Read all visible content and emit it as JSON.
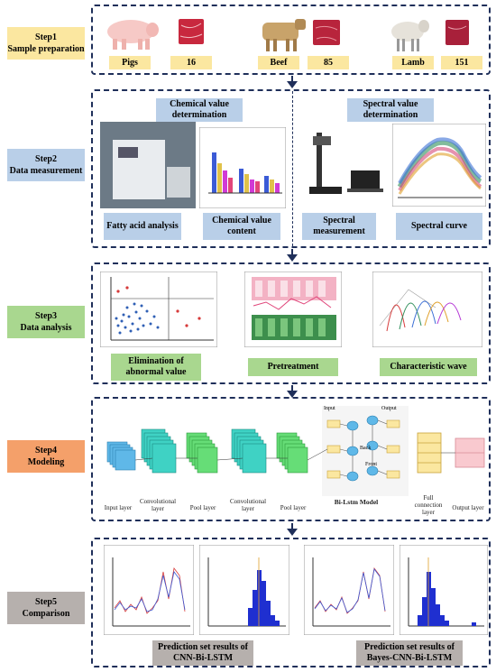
{
  "step1": {
    "title": "Step1",
    "subtitle": "Sample preparation",
    "animals": [
      {
        "name": "Pigs",
        "count": "16"
      },
      {
        "name": "Beef",
        "count": "85"
      },
      {
        "name": "Lamb",
        "count": "151"
      }
    ]
  },
  "step2": {
    "title": "Step2",
    "subtitle": "Data measurement",
    "chem_header": "Chemical value determination",
    "spec_header": "Spectral value determination",
    "labels": [
      "Fatty acid analysis",
      "Chemical value content",
      "Spectral measurement",
      "Spectral curve"
    ]
  },
  "step3": {
    "title": "Step3",
    "subtitle": "Data analysis",
    "labels": [
      "Elimination of abnormal value",
      "Pretreatment",
      "Characteristic wave"
    ]
  },
  "step4": {
    "title": "Step4",
    "subtitle": "Modeling",
    "layers": [
      "Input layer",
      "Convolutional layer",
      "Pool layer",
      "Convolutional layer",
      "Pool layer",
      "Bi-Lstm Model",
      "Full connection layer",
      "Output layer"
    ],
    "bilstm": {
      "input": "Input",
      "output": "Output",
      "back": "Back",
      "front": "Front"
    }
  },
  "step5": {
    "title": "Step5",
    "subtitle": "Comparison",
    "labels": [
      "Prediction set results of CNN-Bi-LSTM",
      "Prediction set results of Bayes-CNN-Bi-LSTM"
    ]
  },
  "colors": {
    "border": "#1f2f5a",
    "step1": "#fbe7a0",
    "step2": "#b9cfe8",
    "step3": "#a9d78f",
    "step4": "#f4a06a",
    "step5": "#b6b0ad"
  }
}
